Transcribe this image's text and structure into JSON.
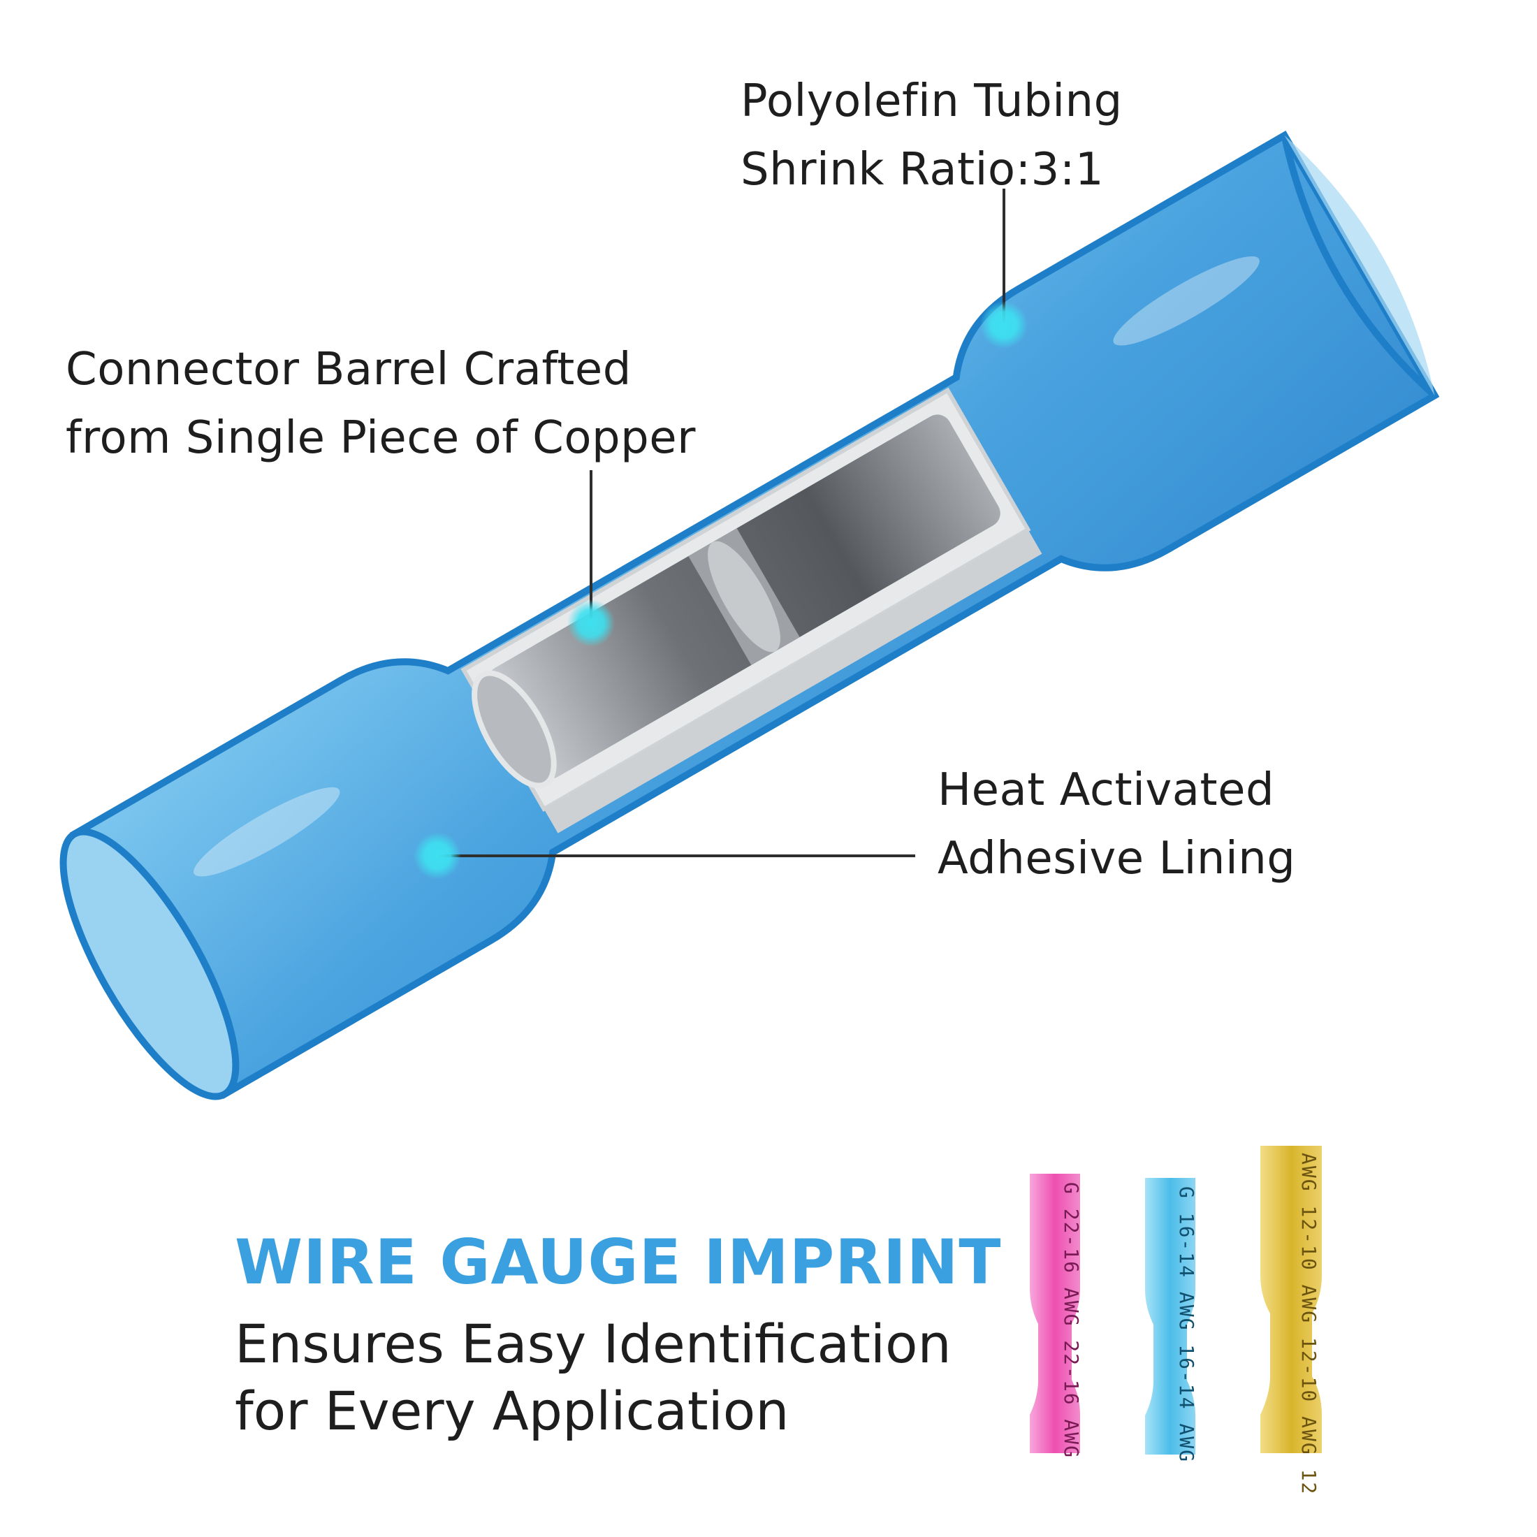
{
  "colors": {
    "tube_blue": "#4aa3df",
    "tube_blue_dark": "#1e7fc8",
    "callout_dot": "#3ee0f0",
    "headline_blue": "#3aa0e0",
    "metal": "#8a8e92",
    "pink": "#f05ab8",
    "cyan": "#58c8ee",
    "yellow": "#e8c640"
  },
  "callouts": {
    "tubing": {
      "line1": "Polyolefin Tubing",
      "line2": "Shrink Ratio:3:1"
    },
    "barrel": {
      "line1": "Connector Barrel Crafted",
      "line2": "from Single Piece of Copper"
    },
    "adhesive": {
      "line1": "Heat Activated",
      "line2": "Adhesive Lining"
    }
  },
  "feature": {
    "headline": "WIRE GAUGE IMPRINT",
    "tagline1": "Ensures Easy Identification",
    "tagline2": "for Every Application"
  },
  "connectors": [
    {
      "name": "pink",
      "imprint": "G 22-16 AWG 22-16 AWG"
    },
    {
      "name": "cyan",
      "imprint": "G 16-14 AWG 16-14 AWG"
    },
    {
      "name": "yellow",
      "imprint": "AWG 12-10 AWG 12-10 AWG 12"
    }
  ]
}
